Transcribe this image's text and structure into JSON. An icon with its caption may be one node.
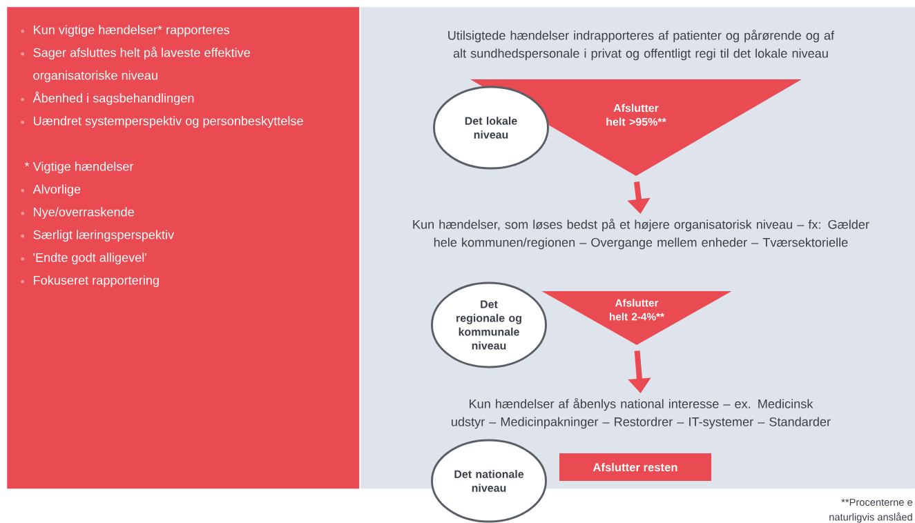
{
  "diagram": {
    "nodes": [
      {
        "text": [
          "Kun vigtige hændelser* rapporteres",
          "Sager afsluttes helt på laveste effektive organisatoriske niveau",
          "Åbenhed i sagsbehandlingen",
          "Uændret systemperspektiv og personbeskyttelse",
          "* Vigtige hændelser",
          "Alvorlige",
          "Nye/overraskende",
          "Særligt læringsperspektiv",
          "'Endte godt alligevel'",
          "Fokuseret rapportering"
        ]
      },
      {
        "text": [],
        "shape": "box"
      },
      {
        "text": [
          "Utilsigtede hændelser indrapporteres af patienter og pårørende og af alt sundhedspersonale i privat og offentligt regi til det lokale niveau"
        ],
        "in": 1
      },
      {
        "text": [
          "Afslutter helt >95%**"
        ],
        "in": 1
      },
      {
        "text": [
          "Det lokale niveau"
        ],
        "in": 1
      },
      {
        "text": [
          "Kun hændelser, som løses bedst på et højere organisatorisk niveau – fx: Gælder hele kommunen/regionen – Overgange mellem enheder – Tværsektorielle"
        ],
        "in": 1
      },
      {
        "text": [
          "Afslutter helt 2-4%**"
        ],
        "in": 1
      },
      {
        "text": [
          "Det regionale og kommunale niveau"
        ],
        "in": 1
      },
      {
        "text": [
          "Kun hændelser af åbenlys national interesse – ex. Medicinsk udstyr – Medicinpakninger – Restordrer – IT-systemer – Standarder"
        ],
        "in": 1
      },
      {
        "text": [
          "Afslutter resten"
        ],
        "in": 1
      },
      {
        "text": [
          "Det nationale niveau"
        ],
        "in": 1
      }
    ],
    "edges": [
      {
        "from": 3,
        "to": 5,
        "arrow": "to"
      },
      {
        "from": 6,
        "to": 8,
        "arrow": "to"
      }
    ],
    "labels": [
      "**Procenterne e",
      "naturligvis anslåed"
    ]
  }
}
